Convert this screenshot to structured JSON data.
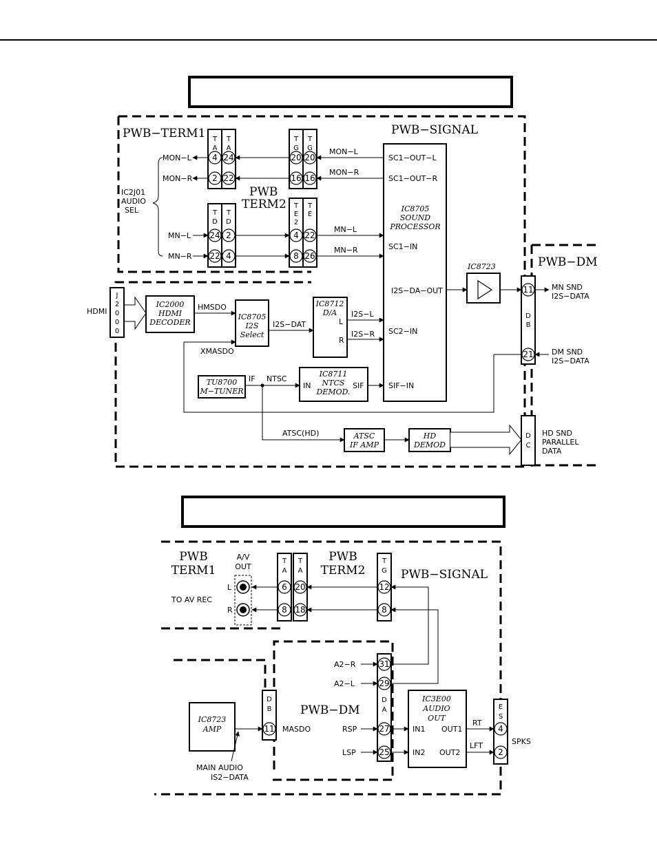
{
  "top": {
    "boards": {
      "term1": "PWB−TERM1",
      "term2_a": "PWB",
      "term2_b": "TERM2",
      "signal": "PWB−SIGNAL",
      "dm": "PWB−DM"
    },
    "connectors": {
      "ta1": {
        "letters": [
          "T",
          "A"
        ],
        "pins": [
          "4",
          "2"
        ]
      },
      "ta2": {
        "letters": [
          "T",
          "A"
        ],
        "pins": [
          "24",
          "22"
        ]
      },
      "tg1": {
        "letters": [
          "T",
          "G"
        ],
        "pins": [
          "20",
          "16"
        ]
      },
      "tg2": {
        "letters": [
          "T",
          "G"
        ],
        "pins": [
          "20",
          "16"
        ]
      },
      "td1": {
        "letters": [
          "T",
          "D"
        ],
        "pins": [
          "24",
          "22"
        ]
      },
      "td2": {
        "letters": [
          "T",
          "D"
        ],
        "pins": [
          "2",
          "4"
        ]
      },
      "te2": {
        "letters": [
          "T",
          "E",
          "2"
        ],
        "pins": [
          "4",
          "8"
        ]
      },
      "te": {
        "letters": [
          "T",
          "E"
        ],
        "pins": [
          "22",
          "26"
        ]
      },
      "db": {
        "letters": [
          "D",
          "B"
        ],
        "pins": [
          "11",
          "21"
        ]
      },
      "dc": {
        "letters": [
          "D",
          "C"
        ]
      },
      "j2000": {
        "letters": [
          "J",
          "2",
          "0",
          "0",
          "0"
        ]
      }
    },
    "signals": {
      "mon_l": "MON−L",
      "mon_r": "MON−R",
      "mn_l": "MN−L",
      "mn_r": "MN−R",
      "ic2j01": [
        "IC2J01",
        "AUDIO",
        "SEL"
      ],
      "hdmi": "HDMI",
      "hmsdo": "HMSDO",
      "xmasdo": "XMASDO",
      "i2s_dat": "I2S−DAT",
      "i2s_l": "I2S−L",
      "i2s_r": "I2S−R",
      "l": "L",
      "r": "R",
      "if": "IF",
      "ntsc": "NTSC",
      "in": "IN",
      "sif": "SIF",
      "atsc": "ATSC(HD)",
      "sc1_out_l": "SC1−OUT−L",
      "sc1_out_r": "SC1−OUT−R",
      "sc1_in": "SC1−IN",
      "i2s_da_out": "I2S−DA−OUT",
      "sc2_in": "SC2−IN",
      "sif_in": "SIF−IN",
      "mn_snd": [
        "MN  SND",
        "I2S−DATA"
      ],
      "dm_snd": [
        "DM  SND",
        "I2S−DATA"
      ],
      "hd_snd": [
        "HD  SND",
        "PARALLEL",
        "DATA"
      ]
    },
    "ics": {
      "ic8705sp": [
        "IC8705",
        "SOUND",
        "PROCESSOR"
      ],
      "ic8723": "IC8723",
      "ic2000": [
        "IC2000",
        "HDMI",
        "DECODER"
      ],
      "ic8705i2s": [
        "IC8705",
        "I2S",
        "Select"
      ],
      "ic8712": [
        "IC8712",
        "D/A"
      ],
      "tu8700": [
        "TU8700",
        "M−TUNER"
      ],
      "ic8711": [
        "IC8711",
        "NTCS",
        "DEMOD."
      ],
      "atsc_if": [
        "ATSC",
        "IF  AMP"
      ],
      "hd_demod": [
        "HD",
        "DEMOD"
      ]
    }
  },
  "bottom": {
    "boards": {
      "term1": [
        "PWB",
        "TERM1"
      ],
      "term2": [
        "PWB",
        "TERM2"
      ],
      "signal": "PWB−SIGNAL",
      "dm": "PWB−DM"
    },
    "connectors": {
      "ta1": {
        "letters": [
          "T",
          "A"
        ],
        "pins": [
          "6",
          "8"
        ]
      },
      "ta2": {
        "letters": [
          "T",
          "A"
        ],
        "pins": [
          "20",
          "18"
        ]
      },
      "tg": {
        "letters": [
          "T",
          "G"
        ],
        "pins": [
          "12",
          "8"
        ]
      },
      "da": {
        "letters": [
          "D",
          "A"
        ],
        "pins": [
          "31",
          "29",
          "27",
          "25"
        ]
      },
      "db": {
        "letters": [
          "D",
          "B"
        ],
        "pins": [
          "11"
        ]
      },
      "es": {
        "letters": [
          "E",
          "S"
        ],
        "pins": [
          "4",
          "2"
        ]
      }
    },
    "signals": {
      "av_out": [
        "A/V",
        "OUT"
      ],
      "l": "L",
      "r": "R",
      "to_av_rec": "TO  AV  REC",
      "a2_r": "A2−R",
      "a2_l": "A2−L",
      "rsp": "RSP",
      "lsp": "LSP",
      "masdo": "MASDO",
      "main_audio": [
        "MAIN  AUDIO",
        "IS2−DATA"
      ],
      "in1": "IN1",
      "in2": "IN2",
      "out1": "OUT1",
      "out2": "OUT2",
      "rt": "RT",
      "lft": "LFT",
      "spks": "SPKS"
    },
    "ics": {
      "ic8723": [
        "IC8723",
        "AMP"
      ],
      "ic3e00": [
        "IC3E00",
        "AUDIO",
        "OUT"
      ]
    }
  }
}
